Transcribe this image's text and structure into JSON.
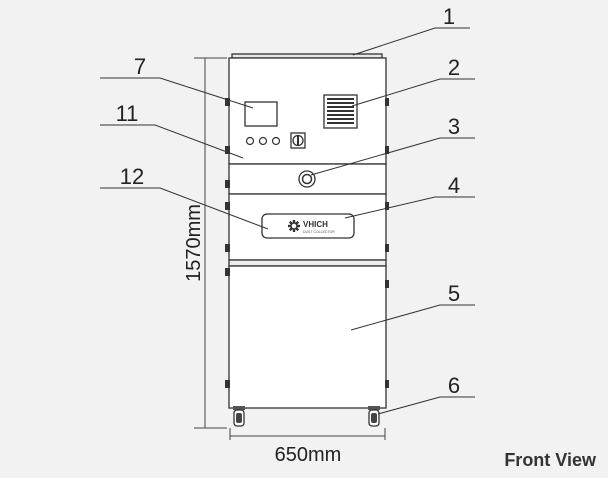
{
  "diagram": {
    "view_label": "Front View",
    "width_label": "650mm",
    "height_label": "1570mm",
    "brand": {
      "name": "VHICH",
      "tagline": "DUST COLLECTOR"
    },
    "callouts": [
      "1",
      "2",
      "3",
      "4",
      "5",
      "6",
      "7",
      "11",
      "12"
    ]
  }
}
